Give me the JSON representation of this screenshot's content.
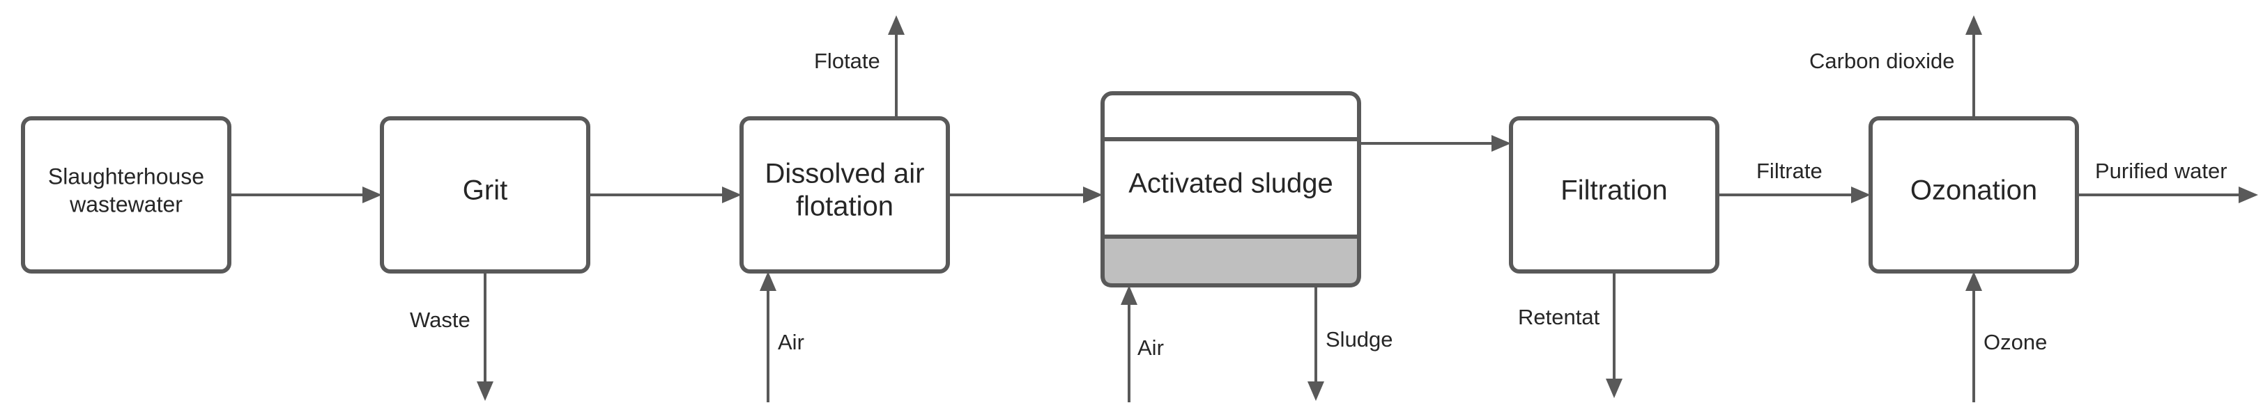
{
  "nodes": {
    "wastewater": {
      "lines": [
        "Slaughterhouse",
        "wastewater"
      ]
    },
    "grit": {
      "lines": [
        "Grit"
      ]
    },
    "daf": {
      "lines": [
        "Dissolved air",
        "flotation"
      ]
    },
    "sludge_tank": {
      "lines": [
        "Activated sludge"
      ]
    },
    "filtration": {
      "lines": [
        "Filtration"
      ]
    },
    "ozonation": {
      "lines": [
        "Ozonation"
      ]
    }
  },
  "edges": {
    "waste": "Waste",
    "flotate": "Flotate",
    "air_daf": "Air",
    "air_sludge": "Air",
    "sludge": "Sludge",
    "retentat": "Retentat",
    "filtrate": "Filtrate",
    "carbon_dioxide": "Carbon dioxide",
    "ozone": "Ozone",
    "purified_water": "Purified water"
  },
  "colors": {
    "stroke": "#595959",
    "settled_sludge_fill": "#bfbfbf",
    "text": "#262626"
  }
}
